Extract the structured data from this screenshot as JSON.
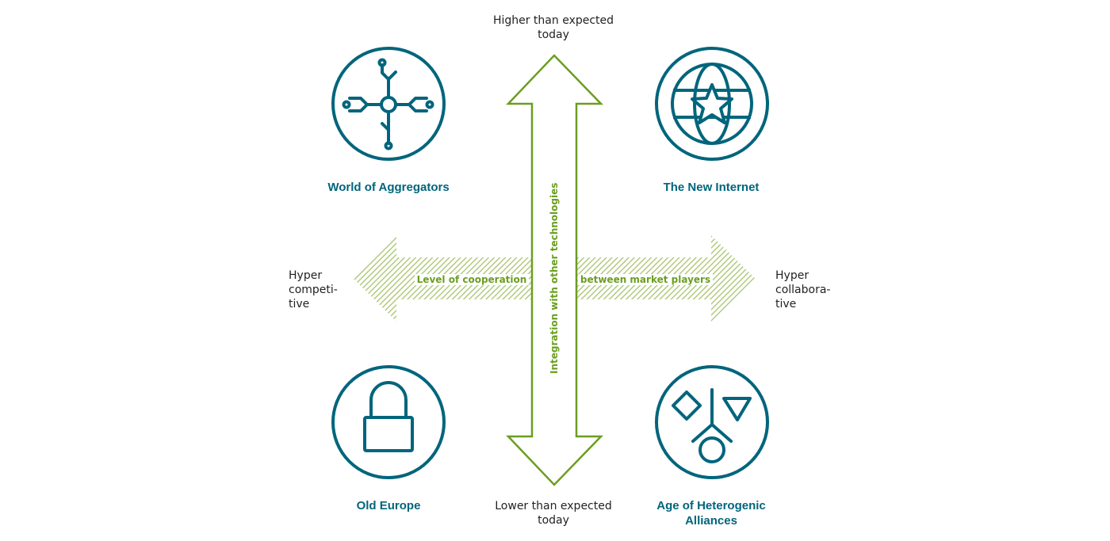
{
  "colors": {
    "teal": "#00657c",
    "green": "#6b9e21",
    "hatch": "#a6c36c",
    "text": "#222222"
  },
  "axes": {
    "top": [
      "Higher than expected",
      "today"
    ],
    "bottom": [
      "Lower than expected",
      "today"
    ],
    "left": [
      "Hyper",
      "competi-",
      "tive"
    ],
    "right": [
      "Hyper",
      "collabora-",
      "tive"
    ],
    "horizontal_left_label": "Level of cooperation",
    "horizontal_right_label": "between market players",
    "vertical_label": "Integration with other technologies"
  },
  "scenarios": {
    "top_left": {
      "label": [
        "World of Aggregators"
      ],
      "icon": "circuit-icon"
    },
    "top_right": {
      "label": [
        "The New Internet"
      ],
      "icon": "globe-star-icon"
    },
    "bottom_left": {
      "label": [
        "Old Europe"
      ],
      "icon": "padlock-icon"
    },
    "bottom_right": {
      "label": [
        "Age of Heterogenic",
        "Alliances"
      ],
      "icon": "shapes-icon"
    }
  }
}
